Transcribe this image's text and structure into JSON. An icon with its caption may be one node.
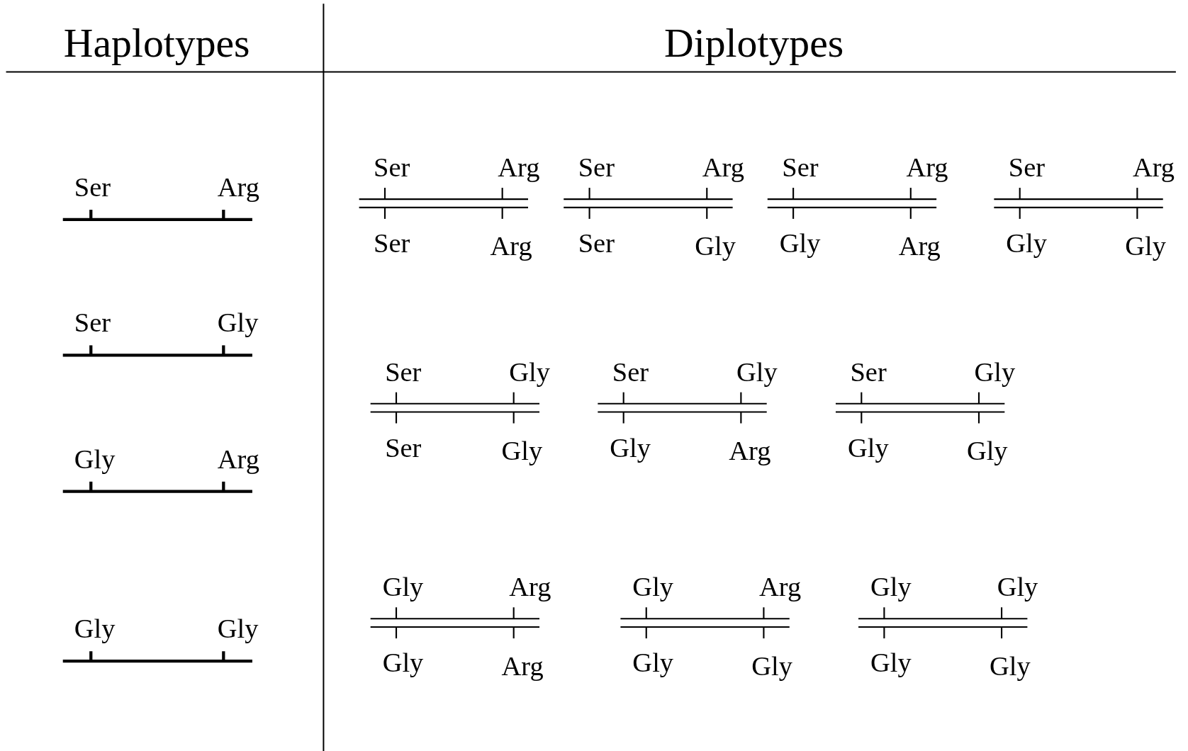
{
  "diagram": {
    "labels": [
      "Haplotypes",
      "Diplotypes",
      "Ser",
      "Arg",
      "Ser",
      "Gly",
      "Gly",
      "Arg",
      "Gly",
      "Gly",
      "Ser",
      "Arg",
      "Ser",
      "Arg",
      "Ser",
      "Arg",
      "Ser",
      "Gly",
      "Ser",
      "Arg",
      "Gly",
      "Arg",
      "Ser",
      "Arg",
      "Gly",
      "Gly",
      "Ser",
      "Gly",
      "Ser",
      "Gly",
      "Ser",
      "Gly",
      "Gly",
      "Arg",
      "Ser",
      "Gly",
      "Gly",
      "Gly",
      "Gly",
      "Arg",
      "Gly",
      "Arg",
      "Gly",
      "Arg",
      "Gly",
      "Gly",
      "Gly",
      "Gly",
      "Gly",
      "Gly"
    ]
  }
}
